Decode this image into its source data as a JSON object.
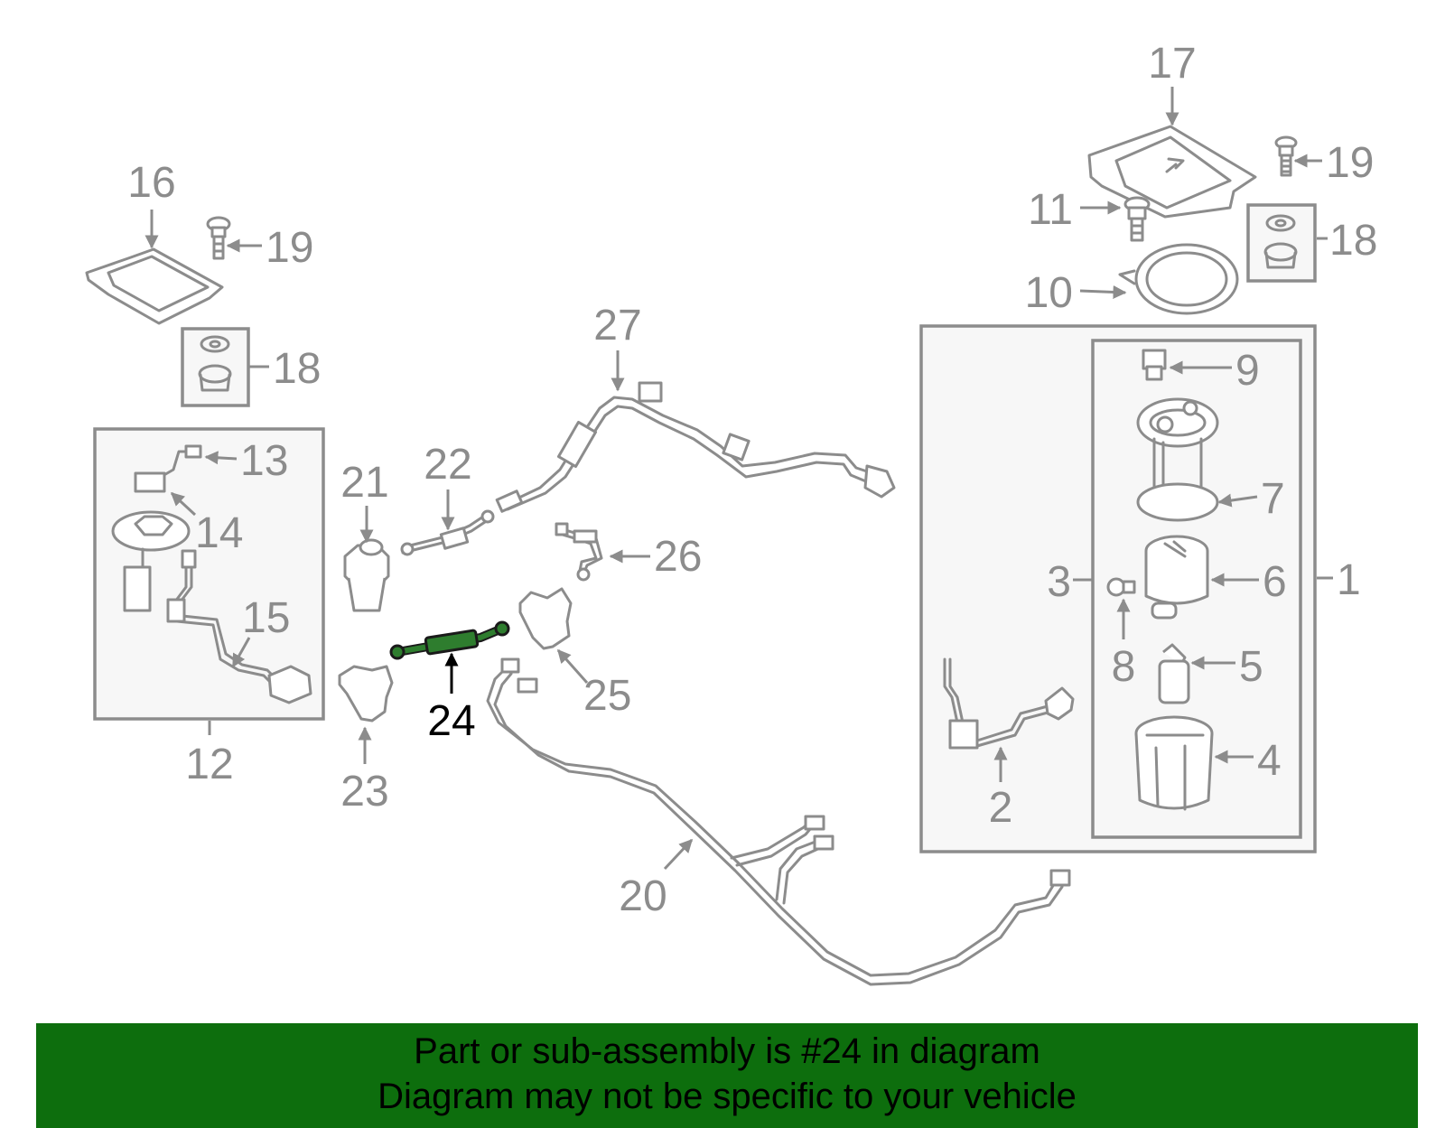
{
  "callouts": [
    {
      "id": "1",
      "label": "1"
    },
    {
      "id": "2",
      "label": "2"
    },
    {
      "id": "3",
      "label": "3"
    },
    {
      "id": "4",
      "label": "4"
    },
    {
      "id": "5",
      "label": "5"
    },
    {
      "id": "6",
      "label": "6"
    },
    {
      "id": "7",
      "label": "7"
    },
    {
      "id": "8",
      "label": "8"
    },
    {
      "id": "9",
      "label": "9"
    },
    {
      "id": "10",
      "label": "10"
    },
    {
      "id": "11",
      "label": "11"
    },
    {
      "id": "12",
      "label": "12"
    },
    {
      "id": "13",
      "label": "13"
    },
    {
      "id": "14",
      "label": "14"
    },
    {
      "id": "15",
      "label": "15"
    },
    {
      "id": "16",
      "label": "16"
    },
    {
      "id": "17",
      "label": "17"
    },
    {
      "id": "18a",
      "label": "18"
    },
    {
      "id": "18b",
      "label": "18"
    },
    {
      "id": "19a",
      "label": "19"
    },
    {
      "id": "19b",
      "label": "19"
    },
    {
      "id": "20",
      "label": "20"
    },
    {
      "id": "21",
      "label": "21"
    },
    {
      "id": "22",
      "label": "22"
    },
    {
      "id": "23",
      "label": "23"
    },
    {
      "id": "24",
      "label": "24"
    },
    {
      "id": "25",
      "label": "25"
    },
    {
      "id": "26",
      "label": "26"
    },
    {
      "id": "27",
      "label": "27"
    }
  ],
  "highlighted_part": "24",
  "colors": {
    "line_gray": "#8c8c8c",
    "highlight_part": "#2e7d2e",
    "banner_bg": "#0d6e0d",
    "banner_text": "#000000"
  },
  "banner": {
    "line1": "Part or sub-assembly is #24 in diagram",
    "line2": "Diagram may not be specific to your vehicle"
  }
}
